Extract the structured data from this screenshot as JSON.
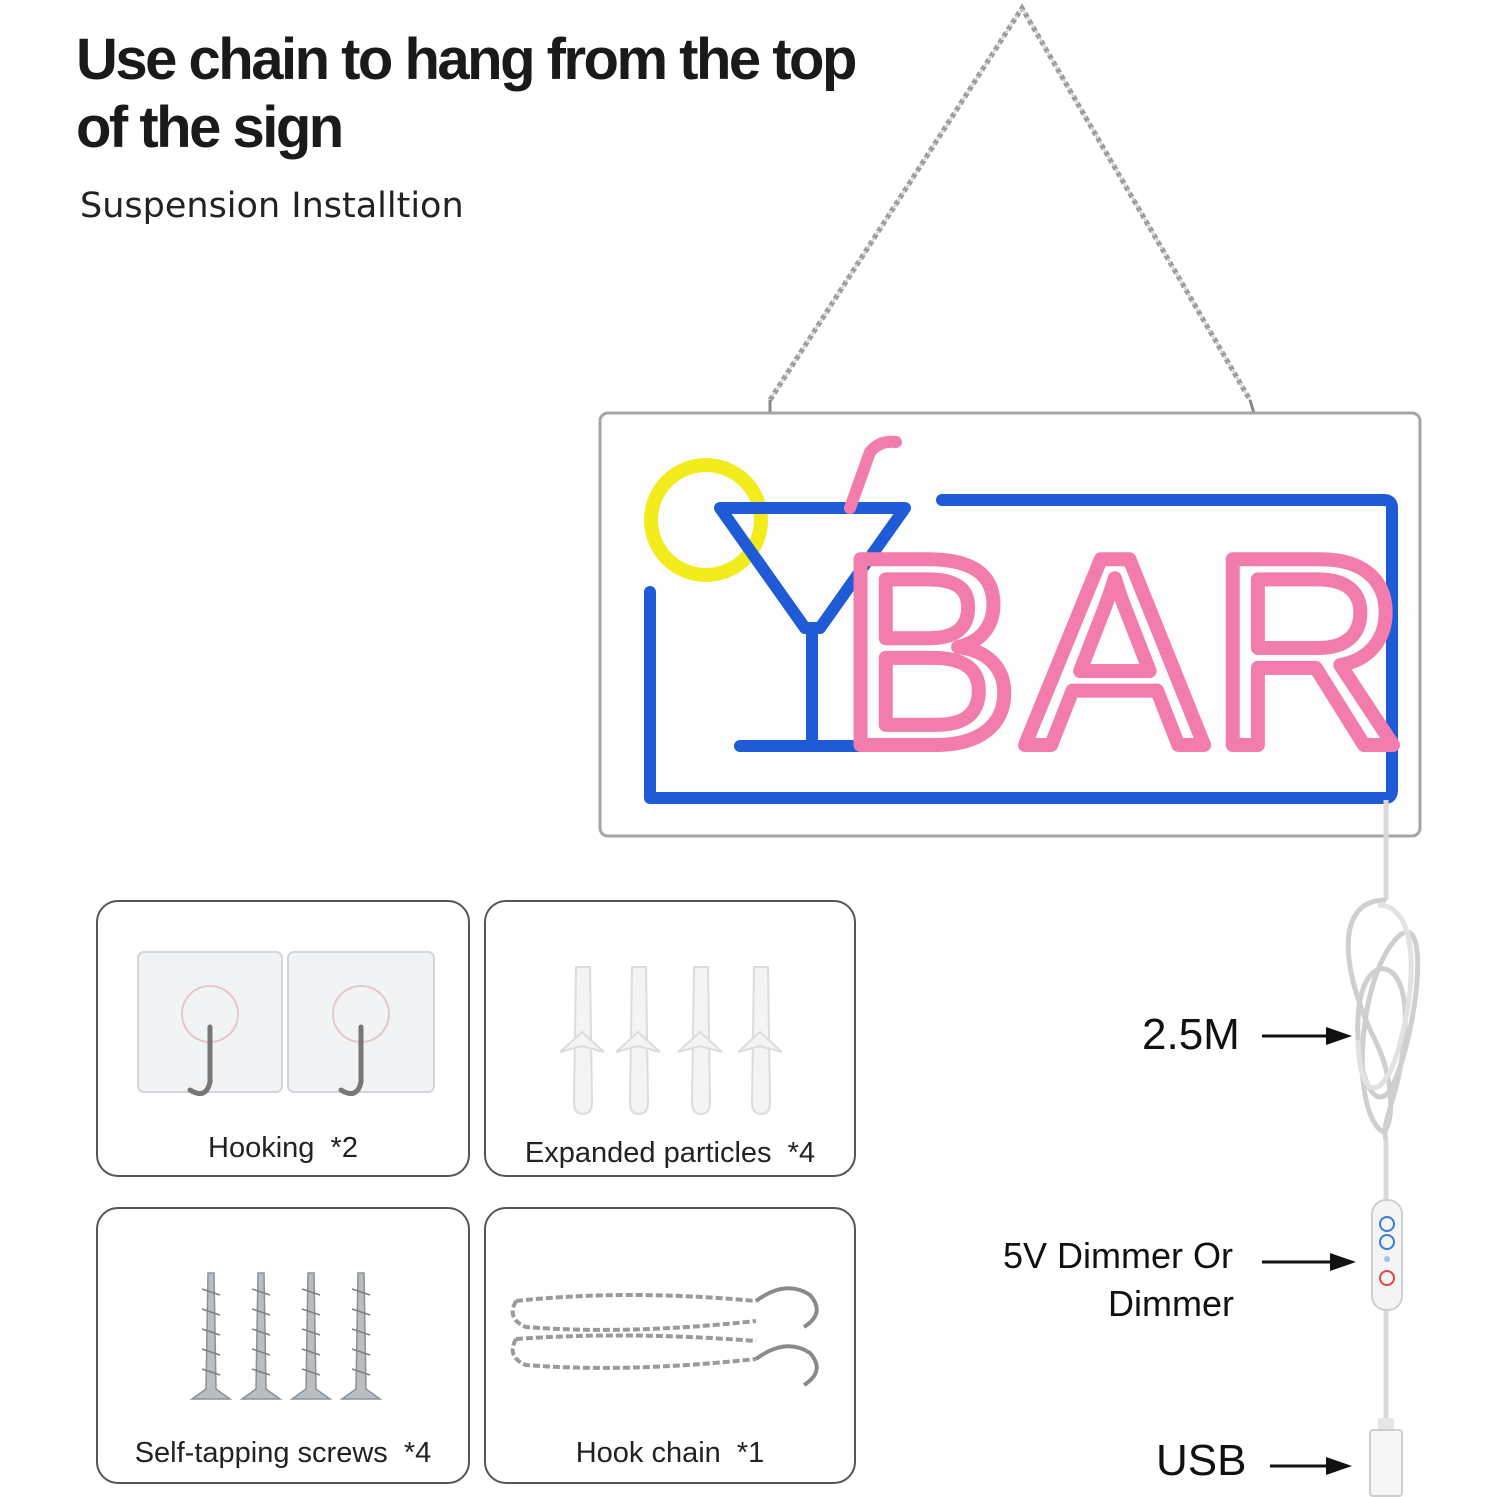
{
  "header": {
    "title": "Use chain to hang from the top of the sign",
    "subtitle": "Suspension Installtion"
  },
  "sign": {
    "text": "BAR",
    "colors": {
      "frame": "#1f5bd6",
      "letters": "#f27cac",
      "lemon": "#f2ec1c",
      "straw": "#f27cac",
      "glass": "#1f5bd6"
    }
  },
  "accessories": [
    {
      "label": "Hooking  *2",
      "icon": "adhesive-hook-icon"
    },
    {
      "label": "Expanded particles  *4",
      "icon": "wall-anchor-icon"
    },
    {
      "label": "Self-tapping screws  *4",
      "icon": "screw-icon"
    },
    {
      "label": "Hook chain  *1",
      "icon": "hook-chain-icon"
    }
  ],
  "callouts": {
    "cable_length": "2.5M",
    "dimmer_line1": "5V Dimmer Or",
    "dimmer_line2": "Dimmer",
    "usb": "USB"
  }
}
